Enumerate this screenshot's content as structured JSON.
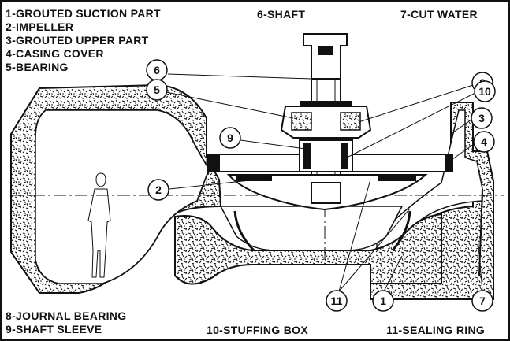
{
  "legend": {
    "grouted_suction_part": "1-GROUTED SUCTION PART",
    "impeller": "2-IMPELLER",
    "grouted_upper_part": "3-GROUTED UPPER PART",
    "casing_cover": "4-CASING COVER",
    "bearing": "5-BEARING",
    "shaft": "6-SHAFT",
    "cut_water": "7-CUT WATER",
    "journal_bearing": "8-JOURNAL BEARING",
    "shaft_sleeve": "9-SHAFT SLEEVE",
    "stuffing_box": "10-STUFFING BOX",
    "sealing_ring": "11-SEALING RING"
  },
  "callouts": {
    "c1": "1",
    "c2": "2",
    "c3": "3",
    "c4": "4",
    "c5": "5",
    "c6": "6",
    "c7": "7",
    "c8": "8",
    "c9": "9",
    "c10": "10",
    "c11": "11"
  },
  "colors": {
    "ink": "#111111",
    "paper": "#ffffff"
  }
}
